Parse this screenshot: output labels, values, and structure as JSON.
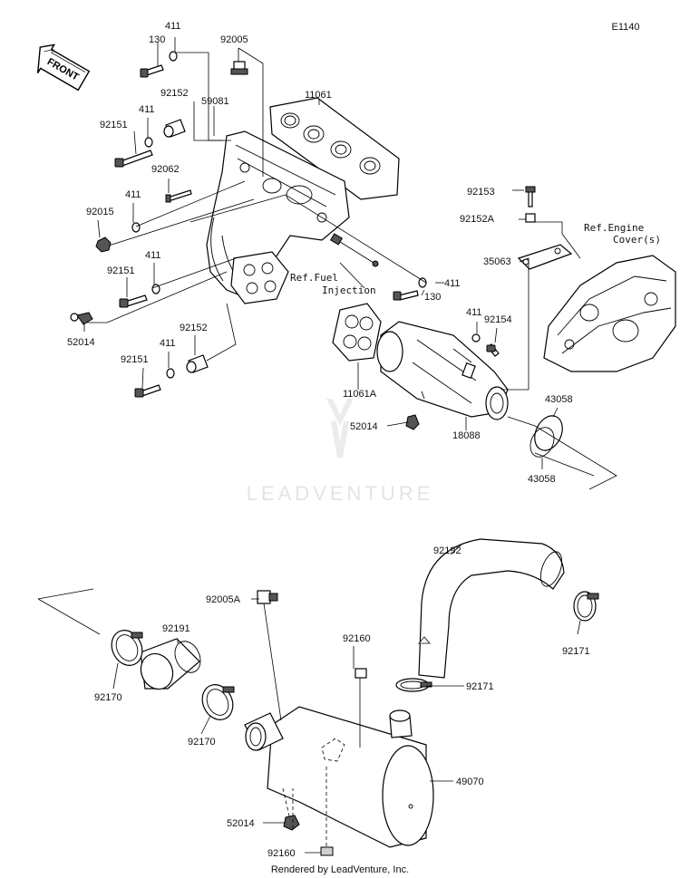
{
  "diagram_code": "E1140",
  "front_label": "FRONT",
  "watermark": "LEADVENTURE",
  "footer": "Rendered by LeadVenture, Inc.",
  "refs": {
    "engine_cover_line1": "Ref.Engine",
    "engine_cover_line2": "Cover(s)",
    "fuel_line1": "Ref.Fuel",
    "fuel_line2": "Injection"
  },
  "labels": {
    "p130_top": "130",
    "p411_top": "411",
    "p92005": "92005",
    "p11061": "11061",
    "p411_b": "411",
    "p92152_top": "92152",
    "p59081": "59081",
    "p92151_a": "92151",
    "p92062": "92062",
    "p411_c": "411",
    "p92015": "92015",
    "p411_d": "411",
    "p92151_b": "92151",
    "p92152_mid": "92152",
    "p411_e": "411",
    "p92151_c": "92151",
    "p52014_left": "52014",
    "p92153": "92153",
    "p92152A": "92152A",
    "p35063": "35063",
    "p411_right": "411",
    "p130_right": "130",
    "p411_f": "411",
    "p92154": "92154",
    "p11061A": "11061A",
    "p52014_mid": "52014",
    "p18088": "18088",
    "p43058_top": "43058",
    "p43058_bot": "43058",
    "p92192": "92192",
    "p92005A": "92005A",
    "p92191": "92191",
    "p92170_a": "92170",
    "p92170_b": "92170",
    "p92160_top": "92160",
    "p92171_right": "92171",
    "p92171_mid": "92171",
    "p49070": "49070",
    "p52014_bot": "52014",
    "p92160_bot": "92160"
  }
}
